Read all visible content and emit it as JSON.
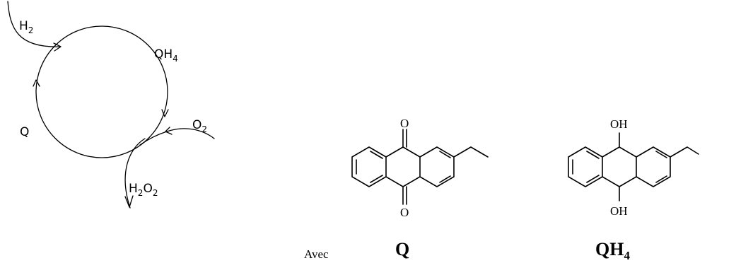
{
  "cycle": {
    "h2": {
      "main": "H",
      "sub": "2"
    },
    "qh4": {
      "main": "QH",
      "sub": "4"
    },
    "o2": {
      "main": "O",
      "sub": "2"
    },
    "q": "Q",
    "h2o2": {
      "a": "H",
      "a_sub": "2",
      "b": "O",
      "b_sub": "2"
    }
  },
  "legend": {
    "avec": "Avec",
    "q_label": "Q",
    "qh4_label": {
      "main": "QH",
      "sub": "4"
    }
  },
  "structures": {
    "q_oxygen_top": "O",
    "q_oxygen_bottom": "O",
    "qh4_oh_top": "OH",
    "qh4_oh_bottom": "OH"
  }
}
